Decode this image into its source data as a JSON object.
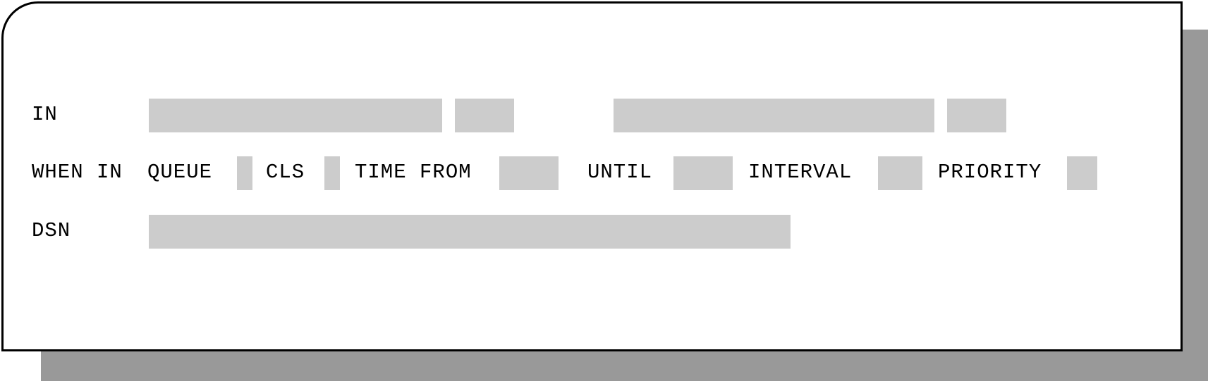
{
  "rows": {
    "in": {
      "label": "IN"
    },
    "queue": {
      "when_in_label": "WHEN IN",
      "queue_label": "QUEUE",
      "cls_label": "CLS",
      "time_from_label": "TIME FROM",
      "until_label": "UNTIL",
      "interval_label": "INTERVAL",
      "priority_label": "PRIORITY"
    },
    "dsn": {
      "label": "DSN"
    }
  },
  "fields": {
    "in_name": "",
    "in_short": "",
    "in_name_2": "",
    "in_short_2": "",
    "queue": "",
    "cls": "",
    "time_from": "",
    "until": "",
    "interval": "",
    "priority": "",
    "dsn": ""
  },
  "colors": {
    "field_fill": "#cccccc",
    "shadow": "#999999",
    "border": "#000000"
  }
}
